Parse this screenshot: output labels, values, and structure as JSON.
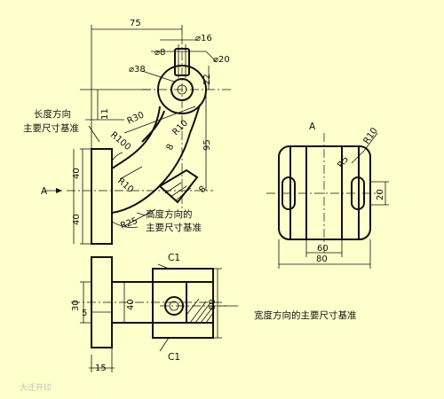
{
  "notes": {
    "length_base": [
      "长度方向",
      "主要尺寸基准"
    ],
    "height_base": [
      "高度方向的",
      "主要尺寸基准"
    ],
    "width_base": "宽度方向的主要尺寸基准"
  },
  "view_labels": {
    "left_arrow": "A",
    "right_view": "A"
  },
  "dimensions": {
    "d75": "75",
    "d16": "⌀16",
    "d8": "⌀8",
    "d20": "⌀20",
    "d38": "⌀38",
    "d22": "22",
    "d11": "11",
    "r30": "R30",
    "r10a": "R10",
    "r100": "R100",
    "d8v": "8",
    "d95": "95",
    "r10b": "R10",
    "d40a": "40",
    "d40b": "40",
    "d8b": "8",
    "r25": "R25",
    "r10c": "R10",
    "r5": "R5",
    "d20r": "20",
    "d60": "60",
    "d80": "80",
    "c1a": "C1",
    "c1b": "C1",
    "d30": "30",
    "d5": "5",
    "d40c": "40",
    "d60v": "60",
    "d15": "15"
  },
  "watermark": "大迁开印"
}
